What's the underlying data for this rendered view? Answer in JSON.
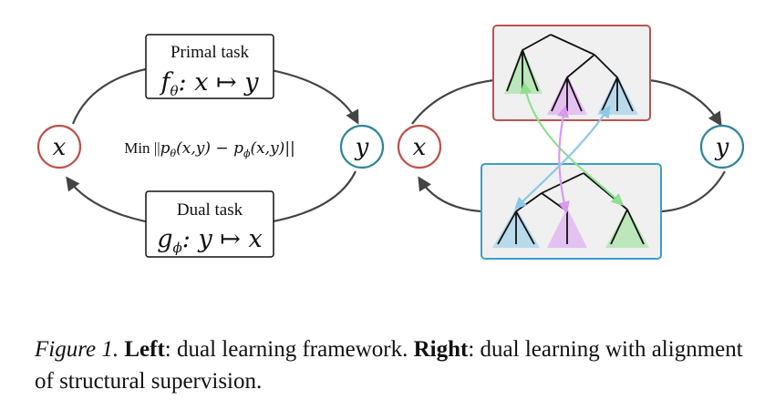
{
  "left": {
    "primal_box": {
      "label": "Primal task",
      "formula_fn": "f",
      "formula_sub": "θ",
      "formula_map": ": x ↦ y"
    },
    "dual_box": {
      "label": "Dual task",
      "formula_fn": "g",
      "formula_sub": "ϕ",
      "formula_map": ": y ↦ x"
    },
    "node_x": "x",
    "node_y": "y",
    "objective": {
      "prefix": "Min ||",
      "p1": "p",
      "p1_sub": "θ",
      "p1_args": "(x,y) − ",
      "p2": "p",
      "p2_sub": "ϕ",
      "p2_args": "(x,y)||"
    }
  },
  "right": {
    "node_x": "x",
    "node_y": "y"
  },
  "colors": {
    "x_node": "#c0504d",
    "y_node": "#31849b",
    "top_box_border": "#b85450",
    "bottom_box_border": "#3aa0c8",
    "box_fill": "#f0f0f0",
    "green": "#8fe08f",
    "purple": "#d99af0",
    "blue": "#8cc8e8",
    "arrow": "#444444"
  },
  "caption": {
    "fig_label": "Figure 1.",
    "left_bold": "Left",
    "left_text": ": dual learning framework. ",
    "right_bold": "Right",
    "right_text": ": dual learning with alignment of structural supervision."
  }
}
